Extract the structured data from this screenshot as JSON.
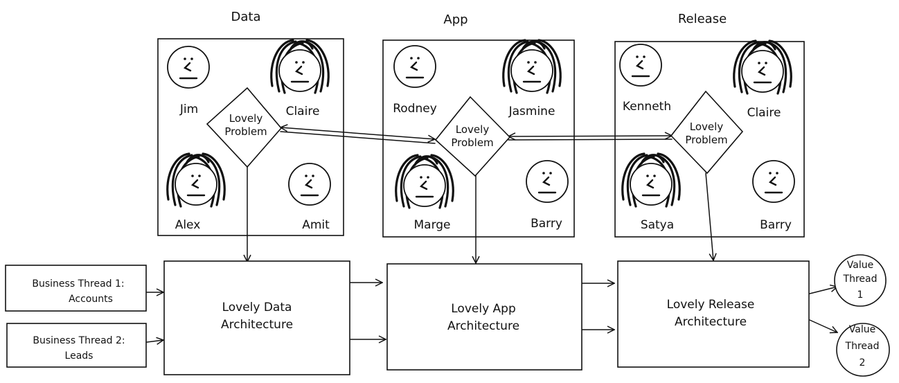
{
  "columns": [
    {
      "id": "data",
      "label": "Data",
      "people": [
        {
          "name": "Jim",
          "hair": false
        },
        {
          "name": "Claire",
          "hair": true
        },
        {
          "name": "Alex",
          "hair": true
        },
        {
          "name": "Amit",
          "hair": false
        }
      ],
      "problem": [
        "Lovely",
        "Problem"
      ],
      "architecture": [
        "Lovely Data",
        "Architecture"
      ]
    },
    {
      "id": "app",
      "label": "App",
      "people": [
        {
          "name": "Rodney",
          "hair": false
        },
        {
          "name": "Jasmine",
          "hair": true
        },
        {
          "name": "Marge",
          "hair": true
        },
        {
          "name": "Barry",
          "hair": false
        }
      ],
      "problem": [
        "Lovely",
        "Problem"
      ],
      "architecture": [
        "Lovely App",
        "Architecture"
      ]
    },
    {
      "id": "release",
      "label": "Release",
      "people": [
        {
          "name": "Kenneth",
          "hair": false
        },
        {
          "name": "Claire",
          "hair": true
        },
        {
          "name": "Satya",
          "hair": true
        },
        {
          "name": "Barry",
          "hair": false
        }
      ],
      "problem": [
        "Lovely",
        "Problem"
      ],
      "architecture": [
        "Lovely Release",
        "Architecture"
      ]
    }
  ],
  "business_threads": [
    {
      "line1": "Business Thread 1:",
      "line2": "Accounts"
    },
    {
      "line1": "Business Thread 2:",
      "line2": "Leads"
    }
  ],
  "value_threads": [
    {
      "line1": "Value",
      "line2": "Thread",
      "line3": "1"
    },
    {
      "line1": "Value",
      "line2": "Thread",
      "line3": "2"
    }
  ]
}
